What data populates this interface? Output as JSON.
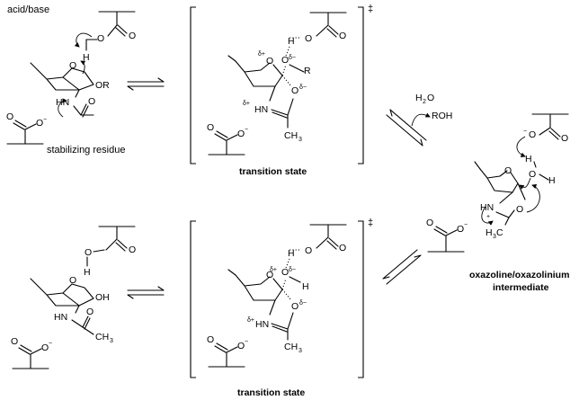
{
  "labels": {
    "acid_base": "acid/base",
    "stabilizing_residue": "stabilizing residue",
    "transition_state_top": "transition state",
    "transition_state_bottom": "transition state",
    "intermediate_line1": "oxazoline/oxazolinium",
    "intermediate_line2": "intermediate",
    "double_dagger": "‡"
  },
  "leaving_group": {
    "water": "H",
    "water_sub": "2",
    "water_O": "O",
    "alcohol": "ROH"
  },
  "atoms": {
    "O": "O",
    "H": "H",
    "OR": "OR",
    "OH": "OH",
    "R": "R",
    "HN": "HN",
    "O_minus": "O",
    "minus": "−",
    "CH3": "CH",
    "CH3_sub": "3",
    "delta_plus": "δ+",
    "delta_minus": "δ−",
    "plus": "+",
    "H3C": "H",
    "H3C_sub": "3",
    "H3C_C": "C"
  }
}
